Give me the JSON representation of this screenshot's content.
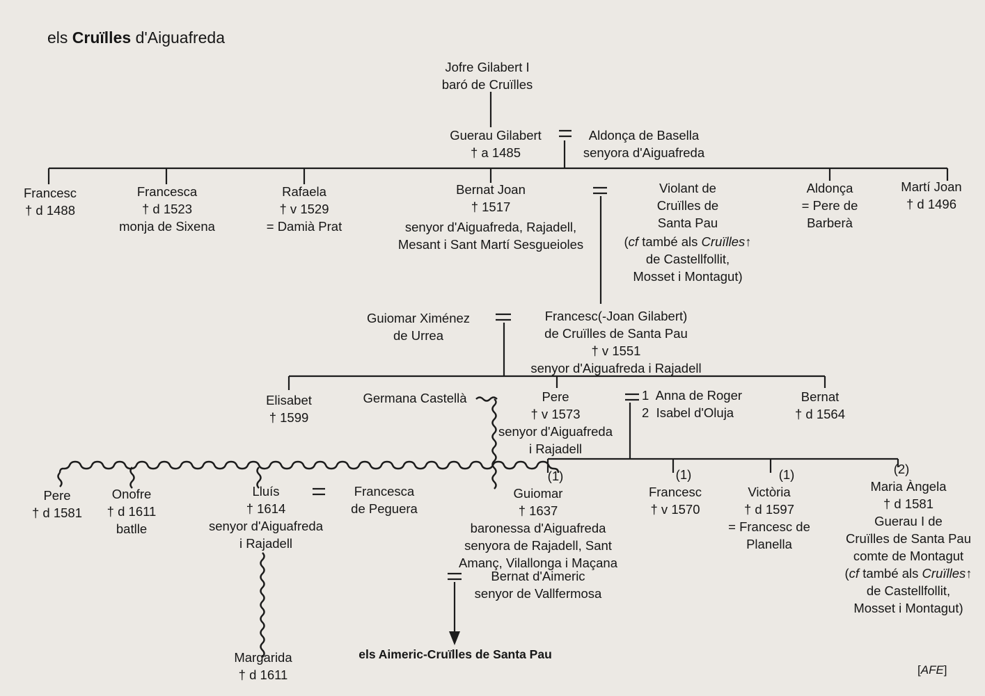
{
  "title": {
    "prefix": "els",
    "name": "Cruïlles",
    "suffix": "d'Aiguafreda"
  },
  "credit": "AFE",
  "persons": {
    "jofre": {
      "name": "Jofre Gilabert I",
      "title": "baró de Cruïlles"
    },
    "guerau": {
      "name": "Guerau Gilabert",
      "date": "† a 1485"
    },
    "aldonca_basella": {
      "name": "Aldonça de Basella",
      "title": "senyora d'Aiguafreda"
    },
    "francesc_1488": {
      "name": "Francesc",
      "date": "† d 1488"
    },
    "francesca_1523": {
      "name": "Francesca",
      "date": "† d 1523",
      "note": "monja de Sixena"
    },
    "rafaela": {
      "name": "Rafaela",
      "date": "† v 1529",
      "spouse": "= Damià Prat"
    },
    "bernat_joan": {
      "name": "Bernat Joan",
      "date": "† 1517",
      "title1": "senyor d'Aiguafreda, Rajadell,",
      "title2": "Mesant i Sant Martí Sesgueioles"
    },
    "violant": {
      "line1": "Violant de",
      "line2": "Cruïlles de",
      "line3": "Santa Pau",
      "ref_cf": "cf",
      "ref_text": "també als",
      "ref_name": "Cruïlles",
      "ref_line2": "de Castellfollit,",
      "ref_line3": "Mosset i Montagut)"
    },
    "aldonca_barbera": {
      "name": "Aldonça",
      "spouse1": "= Pere de",
      "spouse2": "Barberà"
    },
    "marti_joan": {
      "name": "Martí Joan",
      "date": "† d 1496"
    },
    "guiomar_ximenez": {
      "line1": "Guiomar Ximénez",
      "line2": "de Urrea"
    },
    "francesc_joan": {
      "line1": "Francesc(-Joan Gilabert)",
      "line2": "de Cruïlles de Santa Pau",
      "date": "† v 1551",
      "title": "senyor d'Aiguafreda i Rajadell"
    },
    "elisabet": {
      "name": "Elisabet",
      "date": "† 1599"
    },
    "germana": {
      "name": "Germana Castellà"
    },
    "pere_1573": {
      "name": "Pere",
      "date": "† v 1573",
      "title1": "senyor d'Aiguafreda",
      "title2": "i Rajadell"
    },
    "pere_wives": {
      "n1": "1",
      "w1": "Anna de Roger",
      "n2": "2",
      "w2": "Isabel d'Oluja"
    },
    "bernat_1564": {
      "name": "Bernat",
      "date": "† d 1564"
    },
    "pere_1581": {
      "name": "Pere",
      "date": "† d 1581"
    },
    "onofre": {
      "name": "Onofre",
      "date": "† d 1611",
      "note": "batlle"
    },
    "lluis": {
      "name": "Lluís",
      "date": "† 1614",
      "title1": "senyor d'Aiguafreda",
      "title2": "i Rajadell"
    },
    "francesca_peguera": {
      "line1": "Francesca",
      "line2": "de Peguera"
    },
    "guiomar": {
      "mark": "(1)",
      "name": "Guiomar",
      "date": "† 1637",
      "title1": "baronessa d'Aiguafreda",
      "title2": "senyora de Rajadell, Sant",
      "title3": "Amanç, Vilallonga i Maçana"
    },
    "bernat_aimeric": {
      "line1": "Bernat d'Aimeric",
      "line2": "senyor de Vallfermosa"
    },
    "francesc_1570": {
      "mark": "(1)",
      "name": "Francesc",
      "date": "† v 1570"
    },
    "victoria": {
      "mark": "(1)",
      "name": "Victòria",
      "date": "† d 1597",
      "spouse1": "= Francesc de",
      "spouse2": "Planella"
    },
    "maria_angela": {
      "mark": "(2)",
      "name": "Maria Àngela",
      "date": "† d 1581",
      "s1": "Guerau I de",
      "s2": "Cruïlles de Santa Pau",
      "s3": "comte de Montagut",
      "ref_cf": "cf",
      "ref_text": "també als",
      "ref_name": "Cruïlles",
      "ref_line2": "de Castellfollit,",
      "ref_line3": "Mosset i Montagut)"
    },
    "margarida": {
      "name": "Margarida",
      "date": "† d 1611"
    },
    "aimeric_cruilles": {
      "name": "els Aimeric-Cruïlles de Santa Pau"
    }
  }
}
